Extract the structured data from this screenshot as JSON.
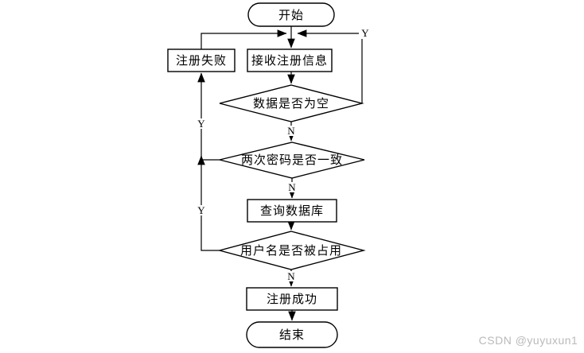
{
  "flowchart": {
    "type": "flowchart",
    "nodes": {
      "start": {
        "label": "开始",
        "shape": "terminator"
      },
      "receive": {
        "label": "接收注册信息",
        "shape": "process"
      },
      "check_empty": {
        "label": "数据是否为空",
        "shape": "decision"
      },
      "check_password": {
        "label": "两次密码是否一致",
        "shape": "decision"
      },
      "query_db": {
        "label": "查询数据库",
        "shape": "process"
      },
      "check_username": {
        "label": "用户名是否被占用",
        "shape": "decision"
      },
      "register_fail": {
        "label": "注册失败",
        "shape": "process"
      },
      "register_success": {
        "label": "注册成功",
        "shape": "process"
      },
      "end": {
        "label": "结束",
        "shape": "terminator"
      }
    },
    "branch_labels": {
      "yes": "Y",
      "no": "N"
    },
    "edges": [
      {
        "from": "start",
        "to": "receive",
        "label": ""
      },
      {
        "from": "receive",
        "to": "check_empty",
        "label": ""
      },
      {
        "from": "check_empty",
        "to": "receive",
        "label": "Y"
      },
      {
        "from": "check_empty",
        "to": "check_password",
        "label": "N"
      },
      {
        "from": "check_password",
        "to": "register_fail",
        "label": "Y"
      },
      {
        "from": "check_password",
        "to": "query_db",
        "label": "N"
      },
      {
        "from": "query_db",
        "to": "check_username",
        "label": ""
      },
      {
        "from": "check_username",
        "to": "register_fail",
        "label": "Y"
      },
      {
        "from": "check_username",
        "to": "register_success",
        "label": "N"
      },
      {
        "from": "register_fail",
        "to": "receive",
        "label": ""
      },
      {
        "from": "register_success",
        "to": "end",
        "label": ""
      }
    ],
    "colors": {
      "line": "#000000",
      "node_fill": "#ffffff",
      "background": "#ffffff"
    }
  },
  "watermark": {
    "text": "CSDN @yuyuxun1",
    "color": "#bababa"
  }
}
